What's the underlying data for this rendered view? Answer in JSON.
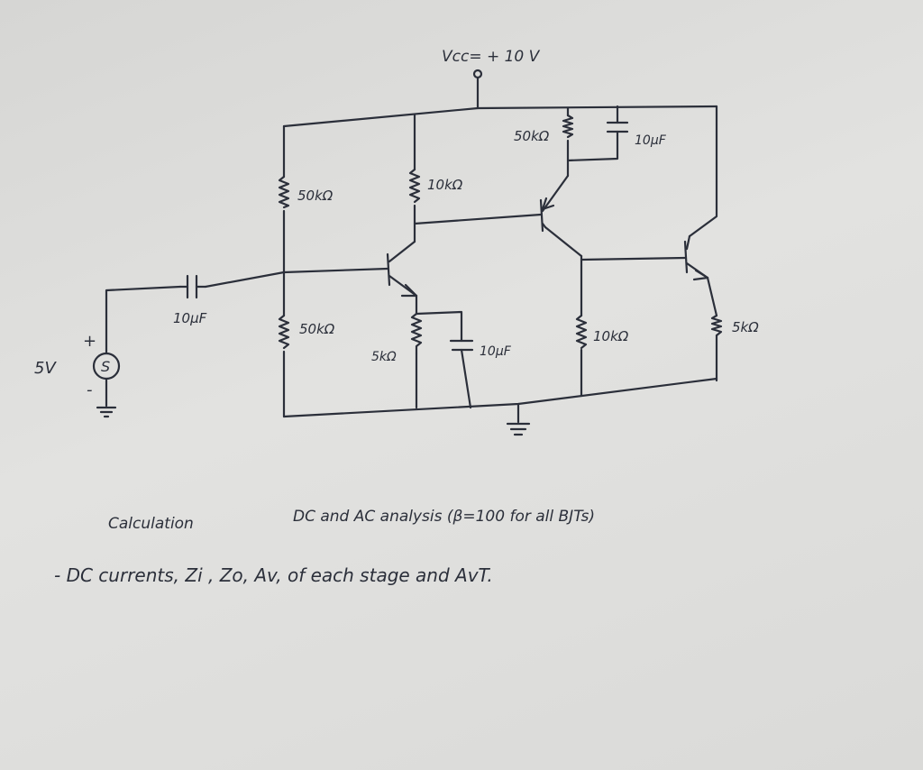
{
  "labels": {
    "vcc": "Vcc= + 10 V",
    "r_bias_top": "50kΩ",
    "r_bias_bottom": "50kΩ",
    "r_collector_1": "10kΩ",
    "r_emitter_1": "5kΩ",
    "c_emitter_bypass": "10µF",
    "c_input": "10µF",
    "r_pnp_emitter": "50kΩ",
    "c_pnp_bypass": "10µF",
    "r_pnp_collector": "10kΩ",
    "r_emitter_3": "5kΩ",
    "source_value": "5V",
    "source_symbol": "S",
    "source_plus": "+",
    "source_minus": "-"
  },
  "notes": {
    "line1_left": "Calculation",
    "line1_right": "DC and AC analysis (β=100 for all BJTs)",
    "line2": "- DC currents, Zi , Zo, Av, of each stage and AvT."
  },
  "colors": {
    "ink": "#2b2f3a",
    "paper": "#e0e0de"
  }
}
